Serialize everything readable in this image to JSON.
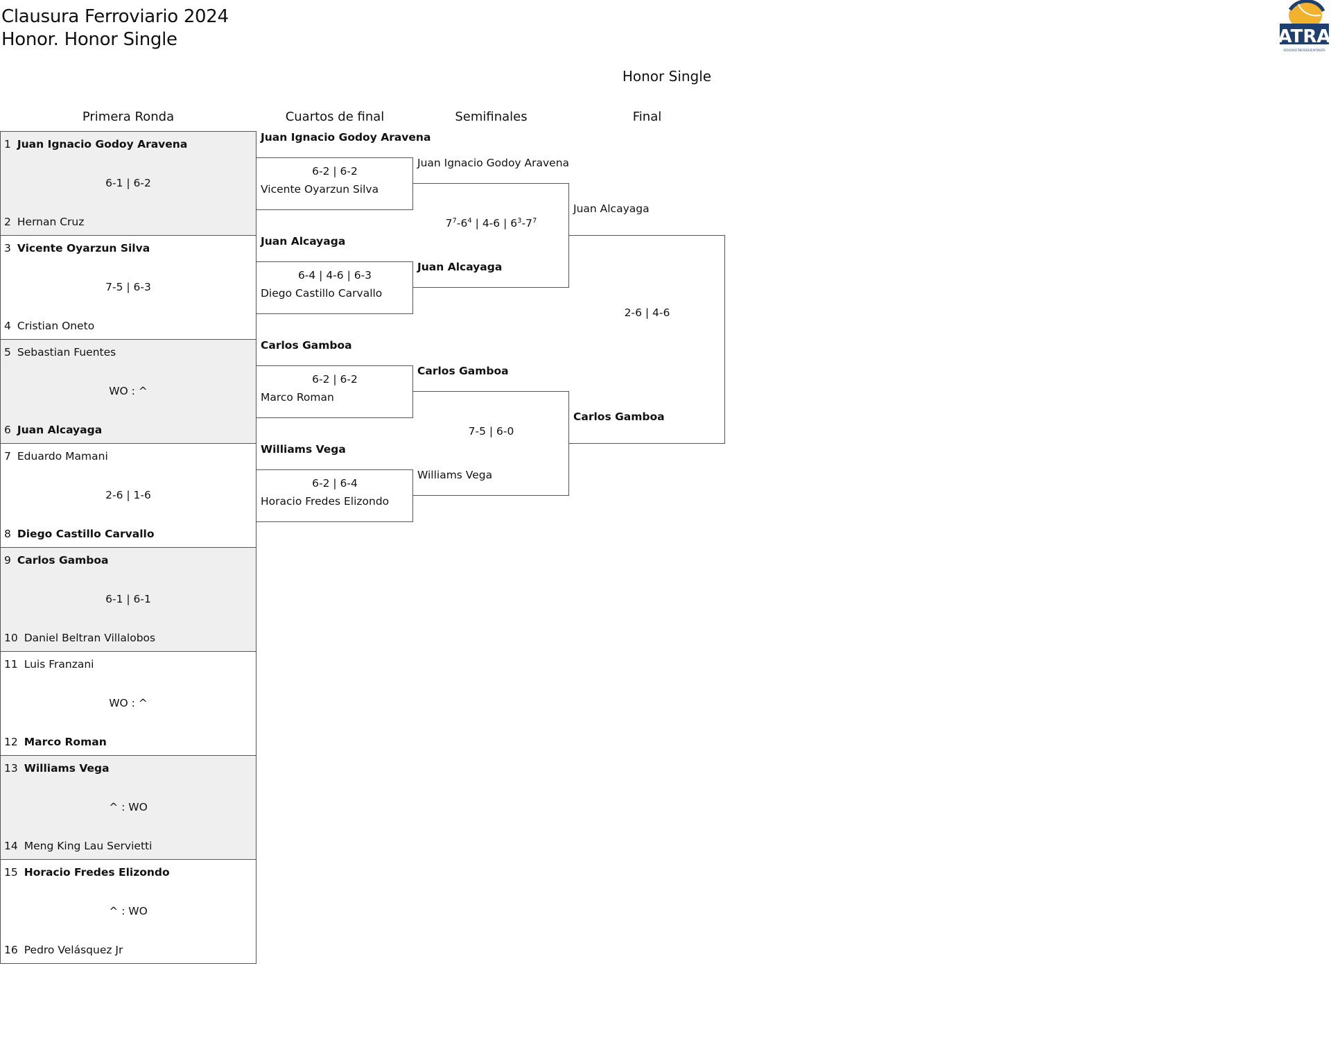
{
  "header": {
    "title_line1": "Clausura Ferroviario 2024",
    "title_line2": "Honor. Honor Single",
    "logo_text": "ATRA",
    "logo_subtext": "ASOCIACIÓN DE TENIS REGIÓN DE ANTOFAGASTA"
  },
  "bracket_title": "Honor Single",
  "rounds": [
    "Primera Ronda",
    "Cuartos de final",
    "Semifinales",
    "Final"
  ],
  "colors": {
    "shade": "#efefef",
    "border": "#555555",
    "text": "#111111",
    "logo_navy": "#1f3f6e",
    "logo_yellow": "#f2b22e"
  },
  "first_round": [
    {
      "p1": {
        "seed": "1",
        "name": "Juan Ignacio Godoy Aravena",
        "winner": true
      },
      "p2": {
        "seed": "2",
        "name": "Hernan Cruz",
        "winner": false
      },
      "score": "6-1 | 6-2"
    },
    {
      "p1": {
        "seed": "3",
        "name": "Vicente Oyarzun Silva",
        "winner": true
      },
      "p2": {
        "seed": "4",
        "name": "Cristian Oneto",
        "winner": false
      },
      "score": "7-5 | 6-3"
    },
    {
      "p1": {
        "seed": "5",
        "name": "Sebastian Fuentes",
        "winner": false
      },
      "p2": {
        "seed": "6",
        "name": "Juan Alcayaga",
        "winner": true
      },
      "score": "WO : ^"
    },
    {
      "p1": {
        "seed": "7",
        "name": "Eduardo Mamani",
        "winner": false
      },
      "p2": {
        "seed": "8",
        "name": "Diego Castillo Carvallo",
        "winner": true
      },
      "score": "2-6 | 1-6"
    },
    {
      "p1": {
        "seed": "9",
        "name": "Carlos Gamboa",
        "winner": true
      },
      "p2": {
        "seed": "10",
        "name": "Daniel Beltran Villalobos",
        "winner": false
      },
      "score": "6-1 | 6-1"
    },
    {
      "p1": {
        "seed": "11",
        "name": "Luis Franzani",
        "winner": false
      },
      "p2": {
        "seed": "12",
        "name": "Marco Roman",
        "winner": true
      },
      "score": "WO : ^"
    },
    {
      "p1": {
        "seed": "13",
        "name": "Williams Vega",
        "winner": true
      },
      "p2": {
        "seed": "14",
        "name": "Meng King Lau Servietti",
        "winner": false
      },
      "score": "^ : WO"
    },
    {
      "p1": {
        "seed": "15",
        "name": "Horacio Fredes Elizondo",
        "winner": true
      },
      "p2": {
        "seed": "16",
        "name": "Pedro Velásquez Jr",
        "winner": false
      },
      "score": "^ : WO"
    }
  ],
  "quarterfinals": [
    {
      "p1": {
        "name": "Juan Ignacio Godoy Aravena",
        "winner": true
      },
      "p2": {
        "name": "Vicente Oyarzun Silva",
        "winner": false
      },
      "score": "6-2 | 6-2"
    },
    {
      "p1": {
        "name": "Juan Alcayaga",
        "winner": true
      },
      "p2": {
        "name": "Diego Castillo Carvallo",
        "winner": false
      },
      "score": "6-4 | 4-6 | 6-3"
    },
    {
      "p1": {
        "name": "Carlos Gamboa",
        "winner": true
      },
      "p2": {
        "name": "Marco Roman",
        "winner": false
      },
      "score": "6-2 | 6-2"
    },
    {
      "p1": {
        "name": "Williams Vega",
        "winner": true
      },
      "p2": {
        "name": "Horacio Fredes Elizondo",
        "winner": false
      },
      "score": "6-2 | 6-4"
    }
  ],
  "semifinals": [
    {
      "p1": {
        "name": "Juan Ignacio Godoy Aravena",
        "winner": false
      },
      "p2": {
        "name": "Juan Alcayaga",
        "winner": true
      },
      "score_sets": [
        [
          "7",
          "7",
          "6",
          "4"
        ],
        [
          "4",
          "",
          "6",
          ""
        ],
        [
          "6",
          "3",
          "7",
          "7"
        ]
      ]
    },
    {
      "p1": {
        "name": "Carlos Gamboa",
        "winner": true
      },
      "p2": {
        "name": "Williams Vega",
        "winner": false
      },
      "score_sets": [
        [
          "7",
          "",
          "5",
          ""
        ],
        [
          "6",
          "",
          "0",
          ""
        ]
      ]
    }
  ],
  "final": {
    "p1": {
      "name": "Juan Alcayaga",
      "winner": false
    },
    "p2": {
      "name": "Carlos Gamboa",
      "winner": true
    },
    "score": "2-6 | 4-6"
  }
}
